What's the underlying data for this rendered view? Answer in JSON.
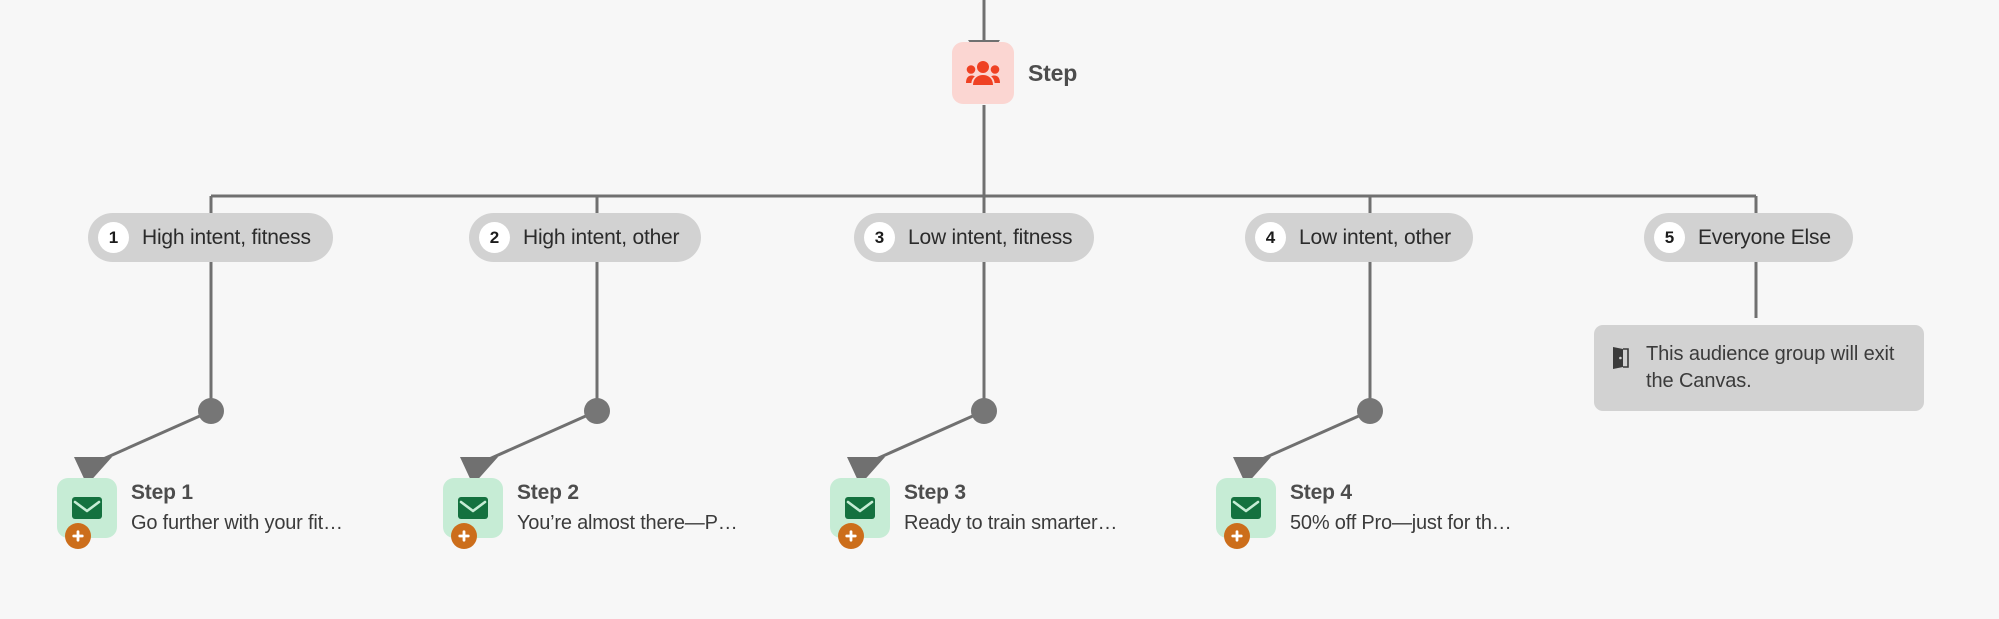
{
  "canvas": {
    "background": "#f7f7f7",
    "line_color": "#707070"
  },
  "split_node": {
    "label": "Step",
    "icon": "audience-group-icon",
    "icon_color": "#ef4123",
    "icon_box_color": "#fbd6d2"
  },
  "branches": [
    {
      "number": "1",
      "label": "High intent, fitness"
    },
    {
      "number": "2",
      "label": "High intent, other"
    },
    {
      "number": "3",
      "label": "Low intent, fitness"
    },
    {
      "number": "4",
      "label": "Low intent, other"
    },
    {
      "number": "5",
      "label": "Everyone Else"
    }
  ],
  "exit_note": {
    "icon": "exit-door-icon",
    "text": "This audience group will exit the Canvas."
  },
  "message_steps": [
    {
      "title": "Step 1",
      "subtitle": "Go further with your fit…"
    },
    {
      "title": "Step 2",
      "subtitle": "You’re almost there—P…"
    },
    {
      "title": "Step 3",
      "subtitle": "Ready to train smarter…"
    },
    {
      "title": "Step 4",
      "subtitle": "50% off Pro—just for th…"
    }
  ],
  "style": {
    "pill_bg": "#d2d2d2",
    "email_icon_color": "#14713f",
    "email_box_color": "#c6ecd5",
    "badge_color": "#cc6e1b"
  }
}
